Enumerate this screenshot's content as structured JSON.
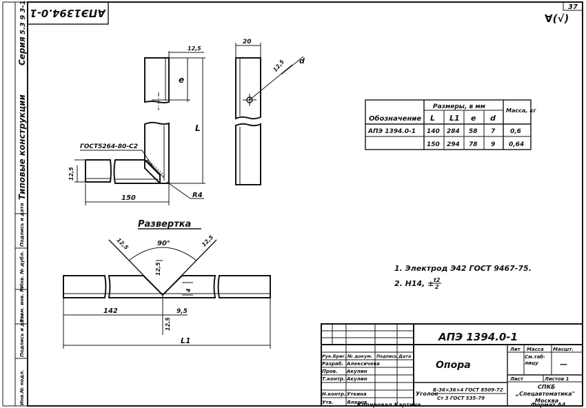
{
  "sheet": {
    "page_number": "37",
    "roughness_mark": "∀(√)"
  },
  "left_margin": {
    "series_label": "Серия",
    "series_value": "5.3 9 3-1",
    "doc_title": "Типовые конструкции",
    "stamp_labels": [
      "Инв.№ подл.",
      "Подпись и дата",
      "Взам. инв. №",
      "Инв. № дубл.",
      "Подпись и дата"
    ]
  },
  "top_stamp": {
    "mirrored_code": "АПЭ1394.0-1"
  },
  "main_view": {
    "gost_note": "ГОСТ5264-80-С2",
    "dim_12_5": "12,5",
    "dim_e": "e",
    "dim_L": "L",
    "dim_150": "150",
    "dim_R4": "R4"
  },
  "side_view": {
    "dim_20": "20",
    "dim_12_5": "12,5",
    "dim_d": "d"
  },
  "flat_pattern": {
    "title": "Развертка",
    "angle": "90°",
    "dim_12_5_left": "12,5",
    "dim_12_5_right": "12,5",
    "dim_12_5_center": "12,5",
    "dim_4": "4",
    "dim_142": "142",
    "dim_9_5": "9,5",
    "dim_12_5_bottom": "12,5",
    "dim_L1": "L1"
  },
  "size_table": {
    "header_designation": "Обозначение",
    "header_sizes": "Размеры, в мм",
    "header_mass": "Масса, кг",
    "columns": [
      "L",
      "L1",
      "e",
      "d"
    ],
    "rows": [
      {
        "designation": "АПЭ 1394.0-1",
        "L": "140",
        "L1": "284",
        "e": "58",
        "d": "7",
        "mass": "0,6"
      },
      {
        "designation": "",
        "L": "150",
        "L1": "294",
        "e": "78",
        "d": "9",
        "mass": "0,64"
      }
    ]
  },
  "notes": {
    "line1": "1. Электрод Э42 ГОСТ 9467-75.",
    "line2_prefix": "2. Н14, ±",
    "line2_frac_top": "t2",
    "line2_frac_bottom": "2"
  },
  "title_block": {
    "designation": "АПЭ 1394.0-1",
    "name": "Опора",
    "material_label": "Уголок",
    "material_top": "Б-36×36×4 ГОСТ 8509-72",
    "material_bottom": "Ст 3 ГОСТ 535-79",
    "col_lit": "Лит",
    "col_mass": "Масса",
    "col_scale": "Масшт.",
    "mass_value": "См.таб-лицу",
    "scale_value": "—",
    "sheet_label": "Лист",
    "sheets_label": "Листов 1",
    "org_line1": "СПКБ",
    "org_line2": "„Спецавтоматика\"",
    "org_line3": "Москва",
    "header_row": [
      "Рук.бриг.",
      "№ докум.",
      "Подпись",
      "Дата"
    ],
    "roles": [
      {
        "role": "Разраб.",
        "name": "Алексичева"
      },
      {
        "role": "Пров.",
        "name": "Акулин"
      },
      {
        "role": "Т.контр.",
        "name": "Акулин"
      },
      {
        "role": "",
        "name": ""
      },
      {
        "role": "Н.контр.",
        "name": "Уткина"
      },
      {
        "role": "Утв.",
        "name": "Яларов"
      }
    ]
  },
  "footer": {
    "copied": "Копировал  Картина",
    "format": "Формат А4"
  }
}
